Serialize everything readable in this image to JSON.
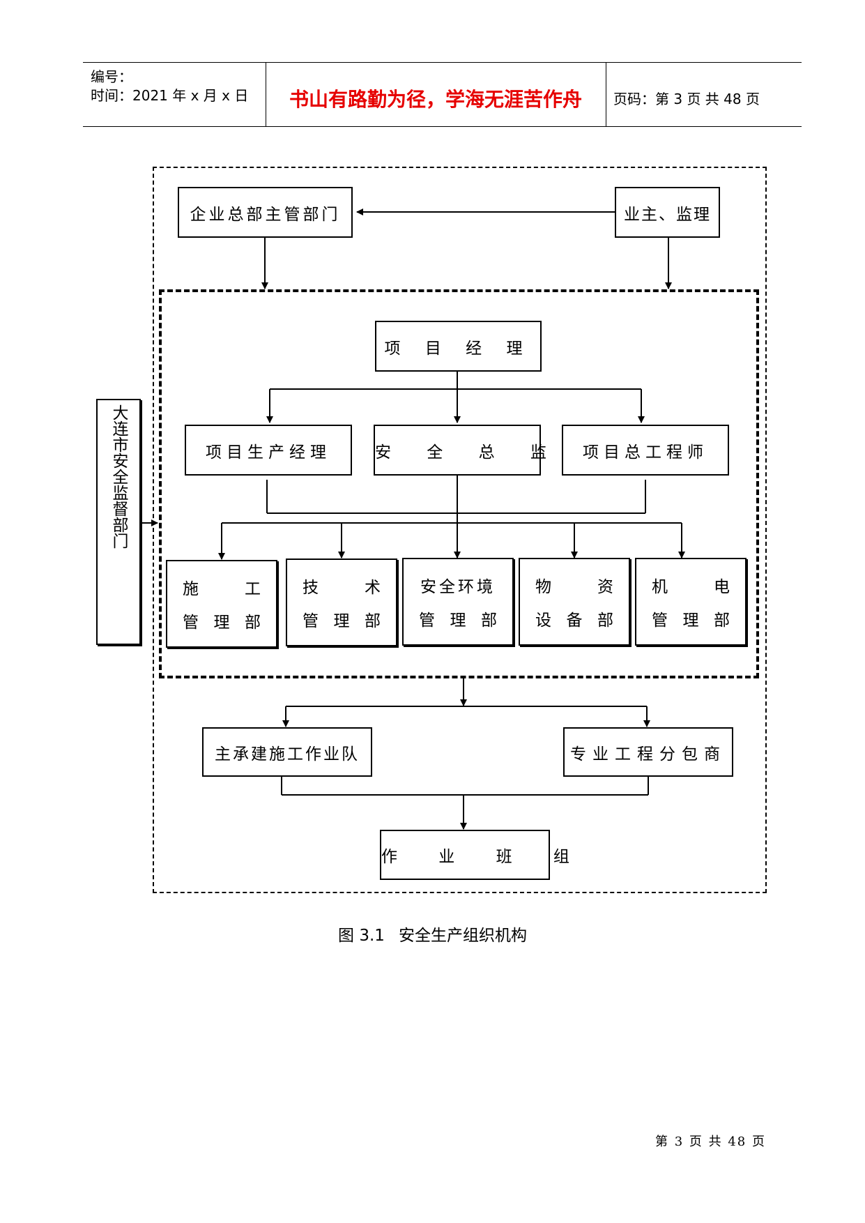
{
  "header": {
    "number_label": "编号：",
    "time_label": "时间：2021 年 x 月 x 日",
    "motto": "书山有路勤为径，学海无涯苦作舟",
    "page_info": "页码：第 3 页 共 48 页"
  },
  "diagram": {
    "enterprise_hq": "企业总部主管部门",
    "owner_supervision": "业主、监理",
    "project_manager": "项 目 经 理",
    "production_manager": "项目生产经理",
    "safety_director": "安 全 总 监",
    "chief_engineer": "项目总工程师",
    "city_safety": "大连市安全监督部门",
    "depts": [
      {
        "line1": [
          "施",
          "工"
        ],
        "line2": [
          "管",
          "理",
          "部"
        ]
      },
      {
        "line1": [
          "技",
          "术"
        ],
        "line2": [
          "管",
          "理",
          "部"
        ]
      },
      {
        "line1": [
          "安全环境"
        ],
        "line2": [
          "管",
          "理",
          "部"
        ]
      },
      {
        "line1": [
          "物",
          "资"
        ],
        "line2": [
          "设",
          "备",
          "部"
        ]
      },
      {
        "line1": [
          "机",
          "电"
        ],
        "line2": [
          "管",
          "理",
          "部"
        ]
      }
    ],
    "main_team": "主承建施工作业队",
    "subcontractor": "专业工程分包商",
    "work_group": "作 业 班 组"
  },
  "caption": {
    "figure_no": "图 3.1",
    "title": "安全生产组织机构"
  },
  "footer": "第 3 页 共 48 页"
}
